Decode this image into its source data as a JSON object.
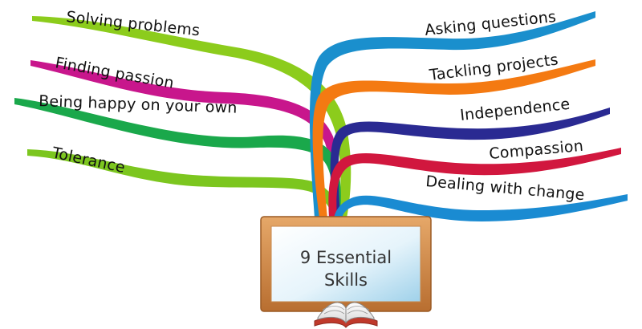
{
  "center": {
    "line1": "9 Essential",
    "line2": "Skills"
  },
  "branches": {
    "solving_problems": {
      "label": "Solving problems",
      "color": "#8ccc1c"
    },
    "finding_passion": {
      "label": "Finding passion",
      "color": "#c8168c"
    },
    "being_happy": {
      "label": "Being happy on your own",
      "color": "#1aa84b"
    },
    "tolerance": {
      "label": "Tolerance",
      "color": "#7cc61f"
    },
    "asking_questions": {
      "label": "Asking questions",
      "color": "#1a8fcd"
    },
    "tackling_projects": {
      "label": "Tackling projects",
      "color": "#f47a12"
    },
    "independence": {
      "label": "Independence",
      "color": "#2a2a92"
    },
    "compassion": {
      "label": "Compassion",
      "color": "#d1173e"
    },
    "dealing_with_change": {
      "label": "Dealing with change",
      "color": "#1a8bd2"
    }
  }
}
